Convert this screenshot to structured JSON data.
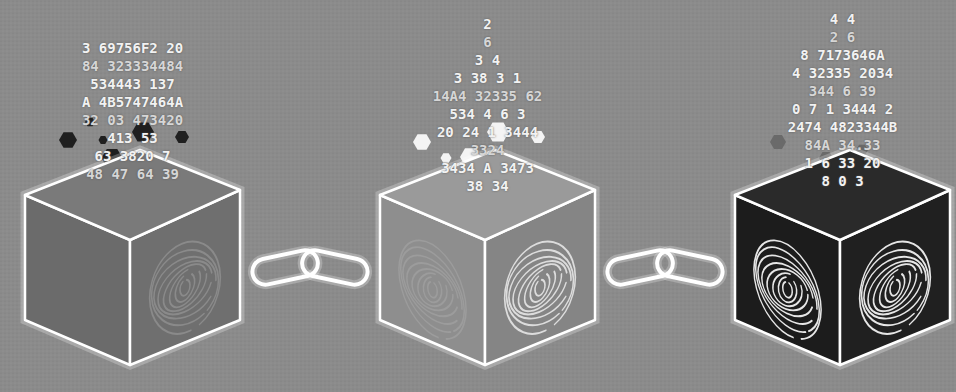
{
  "diagram": {
    "nodes": [
      {
        "text": [
          "3 69756F2 20",
          "84 323334484",
          "534443 137",
          "A 4B5747464A",
          "32 03 473420",
          "413 53",
          "63 3820 7",
          "48 47 64 39"
        ]
      },
      {
        "text": [
          "2",
          "6",
          "3 4",
          "3 38 3 1",
          "14A4 32335 62",
          "534 4 6 3",
          "20 24 1 3444",
          "3324",
          "3434 A 3473",
          "38 34"
        ]
      },
      {
        "text": [
          "4 4",
          "2 6",
          "8 7173646A",
          "4 32335 2034",
          "344 6 39",
          "0 7 1 3444 2",
          "2474 4823344B",
          "84A 34.33",
          "1 6 33 20",
          "8 0 3"
        ]
      }
    ],
    "edges": [
      {
        "from": 0,
        "to": 1,
        "arrow": "none"
      },
      {
        "from": 1,
        "to": 2,
        "arrow": "none"
      }
    ]
  }
}
